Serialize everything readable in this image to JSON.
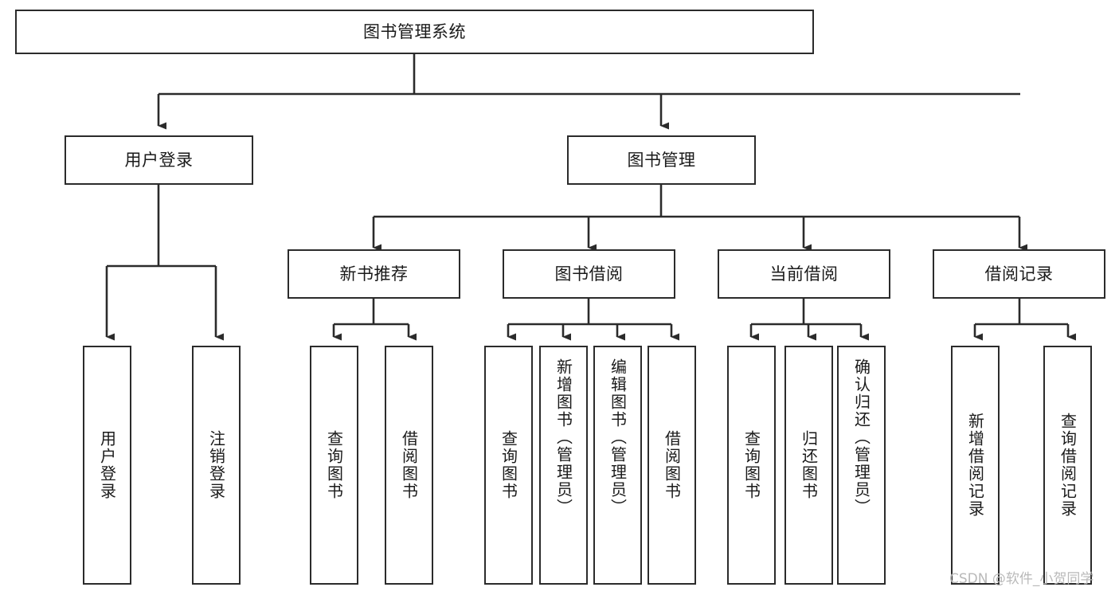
{
  "diagram": {
    "title": "图书管理系统",
    "type": "tree-hierarchy",
    "watermark": "CSDN @软件_小贺同学",
    "stroke_color": "#2b2b2b",
    "fill_color": "#ffffff",
    "text_color": "#1a1a1a",
    "watermark_color": "#b9b9b9"
  },
  "nodes": {
    "root": {
      "label": "图书管理系统"
    },
    "level1": [
      {
        "id": "user-login",
        "label": "用户登录"
      },
      {
        "id": "book-manage",
        "label": "图书管理"
      }
    ],
    "level2": [
      {
        "id": "new-book-rec",
        "label": "新书推荐"
      },
      {
        "id": "book-borrow",
        "label": "图书借阅"
      },
      {
        "id": "current-borrow",
        "label": "当前借阅"
      },
      {
        "id": "borrow-record",
        "label": "借阅记录"
      }
    ],
    "leaves": {
      "user_login": [
        {
          "id": "leaf-user-login",
          "label": "用户登录"
        },
        {
          "id": "leaf-logout",
          "label": "注销登录"
        }
      ],
      "new_book_rec": [
        {
          "id": "leaf-query-book-1",
          "label": "查询图书"
        },
        {
          "id": "leaf-borrow-book-1",
          "label": "借阅图书"
        }
      ],
      "book_borrow": [
        {
          "id": "leaf-query-book-2",
          "label": "查询图书"
        },
        {
          "id": "leaf-add-book",
          "label": "新增图书（管理员）"
        },
        {
          "id": "leaf-edit-book",
          "label": "编辑图书（管理员）"
        },
        {
          "id": "leaf-borrow-book-2",
          "label": "借阅图书"
        }
      ],
      "current_borrow": [
        {
          "id": "leaf-query-book-3",
          "label": "查询图书"
        },
        {
          "id": "leaf-return-book",
          "label": "归还图书"
        },
        {
          "id": "leaf-confirm-return",
          "label": "确认归还（管理员）"
        }
      ],
      "borrow_record": [
        {
          "id": "leaf-add-record",
          "label": "新增借阅记录"
        },
        {
          "id": "leaf-query-record",
          "label": "查询借阅记录"
        }
      ]
    }
  }
}
